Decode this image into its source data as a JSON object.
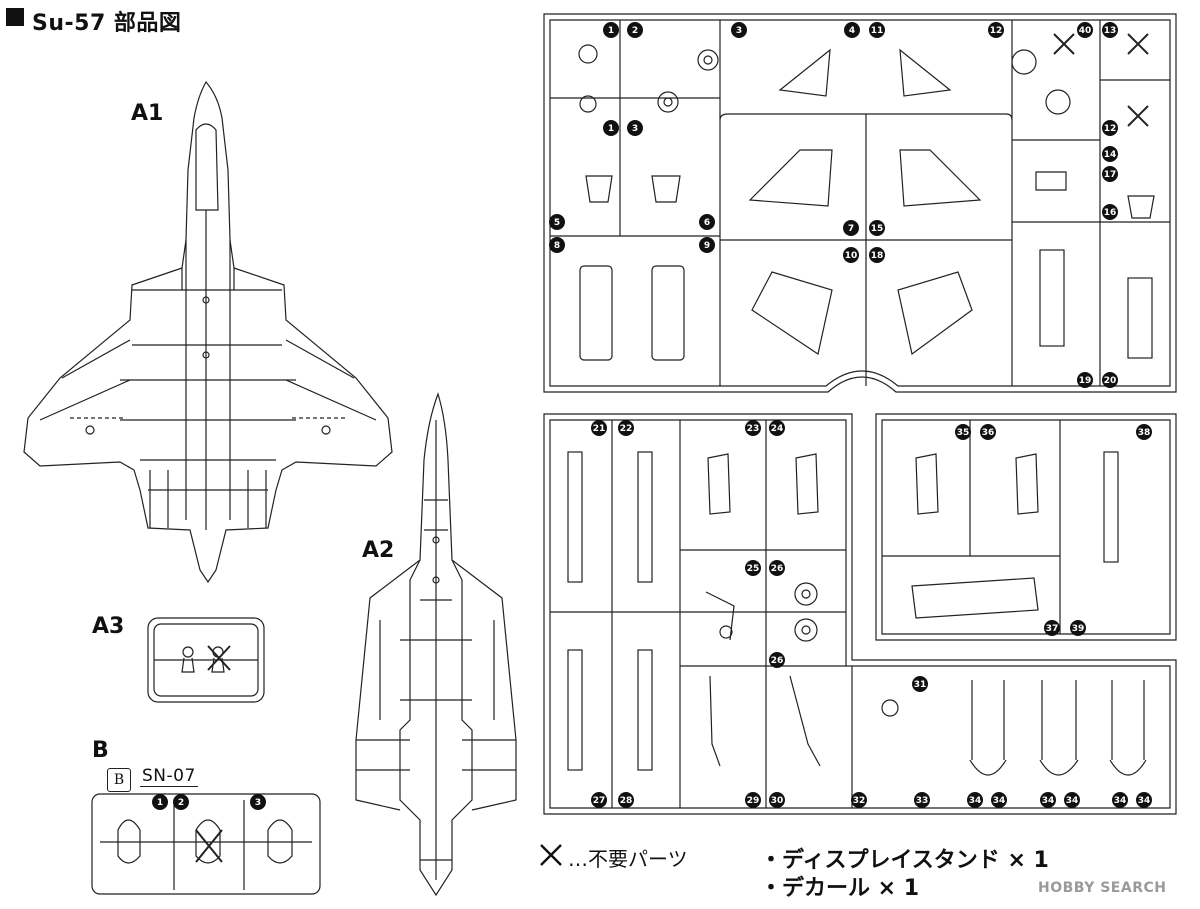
{
  "title": "Su-57 部品図",
  "sections": {
    "a1": "A1",
    "a2": "A2",
    "a3": "A3",
    "b": "B"
  },
  "sprue_b": {
    "tag": "B",
    "code": "SN-07",
    "part_numbers": [
      "1",
      "2",
      "3"
    ]
  },
  "sprue_a_part_numbers": {
    "top_row": [
      "1",
      "2",
      "3",
      "4",
      "11",
      "12",
      "40",
      "13"
    ],
    "second_row": [
      "1",
      "3",
      "12",
      "14",
      "17",
      "16"
    ],
    "mid_row": [
      "5",
      "6",
      "7",
      "15",
      "8",
      "9",
      "10",
      "18"
    ],
    "bottom_row": [
      "19",
      "20"
    ],
    "lower_left": [
      "21",
      "22",
      "23",
      "24",
      "25",
      "26",
      "26",
      "27",
      "28",
      "29",
      "30"
    ],
    "lower_right": [
      "35",
      "36",
      "38",
      "37",
      "39",
      "31",
      "32",
      "33",
      "34",
      "34",
      "34",
      "34",
      "34",
      "34"
    ]
  },
  "legend": {
    "x_icon": "x-mark-icon",
    "text": "…不要パーツ"
  },
  "accessories": [
    "・ディスプレイスタンド × 1",
    "・デカール × 1"
  ],
  "watermark": "HOBBY SEARCH"
}
